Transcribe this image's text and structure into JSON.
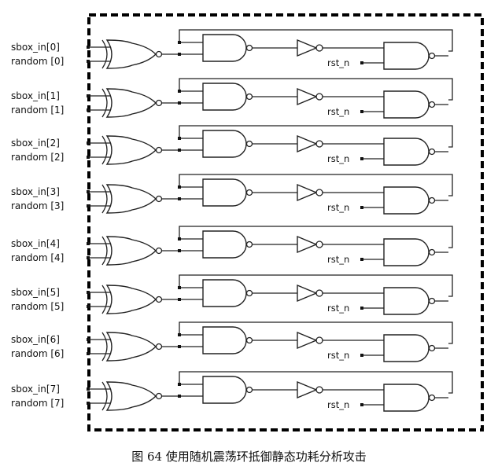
{
  "caption": "图 64 使用随机震荡环抵御静态功耗分析攻击",
  "rst_label": "rst_n",
  "stages": [
    {
      "in_label": "sbox_in[0]",
      "rand_label": "random [0]"
    },
    {
      "in_label": "sbox_in[1]",
      "rand_label": "random [1]"
    },
    {
      "in_label": "sbox_in[2]",
      "rand_label": "random [2]"
    },
    {
      "in_label": "sbox_in[3]",
      "rand_label": "random [3]"
    },
    {
      "in_label": "sbox_in[4]",
      "rand_label": "random [4]"
    },
    {
      "in_label": "sbox_in[5]",
      "rand_label": "random [5]"
    },
    {
      "in_label": "sbox_in[6]",
      "rand_label": "random [6]"
    },
    {
      "in_label": "sbox_in[7]",
      "rand_label": "random [7]"
    }
  ]
}
